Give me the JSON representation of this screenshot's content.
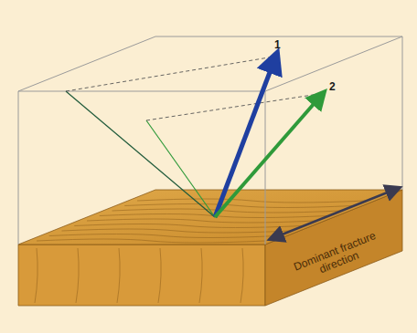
{
  "diagram": {
    "labels": [
      "1",
      "2",
      "Dominant fracture direction"
    ]
  }
}
